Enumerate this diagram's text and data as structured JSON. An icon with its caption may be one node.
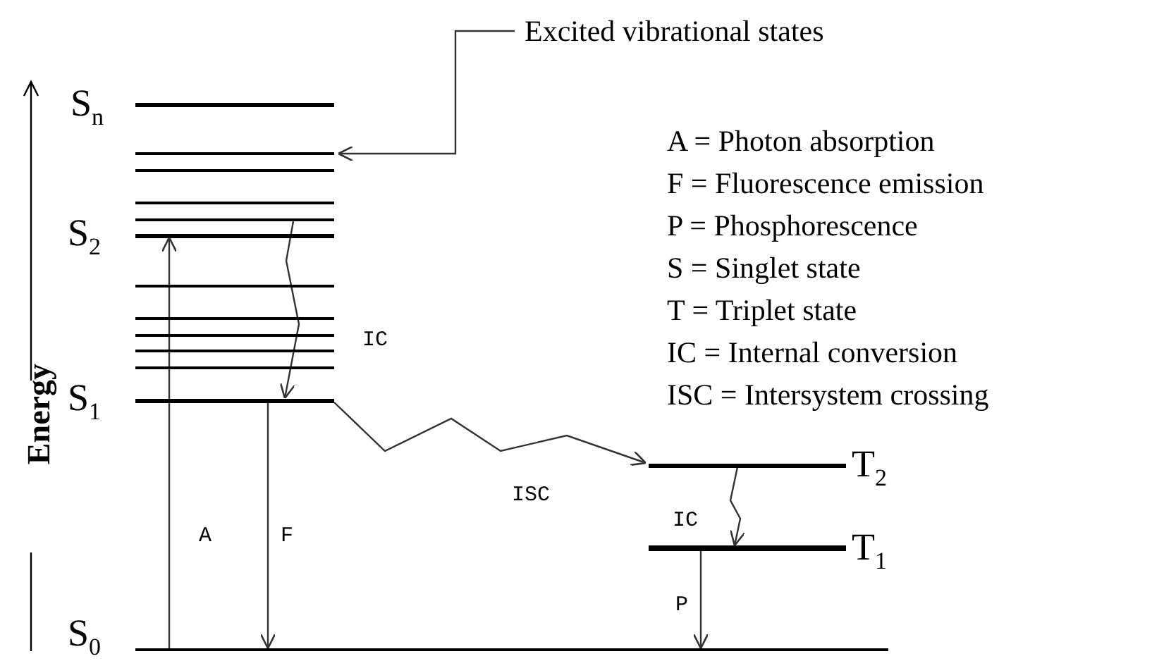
{
  "diagram": {
    "nodes": [
      {
        "text": [
          "Excited vibrational states"
        ]
      },
      {
        "text": [],
        "shape": "bar",
        "beside": [
          "S$_{n}$"
        ]
      },
      {
        "text": [],
        "shape": "bar"
      },
      {
        "text": [],
        "shape": "bar"
      },
      {
        "text": [],
        "shape": "bar"
      },
      {
        "text": [],
        "shape": "bar"
      },
      {
        "text": [],
        "shape": "bar",
        "beside": [
          "S$_{2}$"
        ]
      },
      {
        "text": [],
        "shape": "bar"
      },
      {
        "text": [],
        "shape": "bar"
      },
      {
        "text": [],
        "shape": "bar"
      },
      {
        "text": [],
        "shape": "bar"
      },
      {
        "text": [],
        "shape": "bar"
      },
      {
        "text": [],
        "shape": "bar",
        "beside": [
          "S$_{1}$"
        ]
      },
      {
        "text": [],
        "shape": "bar",
        "beside": [
          "T$_{2}$"
        ]
      },
      {
        "text": [],
        "shape": "bar",
        "beside": [
          "T$_{1}$"
        ]
      },
      {
        "text": [],
        "shape": "bar",
        "beside": [
          "S$_{0}$"
        ]
      }
    ],
    "edges": [
      {
        "from": 0,
        "to": 2,
        "arrow": "to"
      },
      {
        "from": 15,
        "to": 6,
        "arrow": "to",
        "label": "A"
      },
      {
        "from": 5,
        "to": 12,
        "arrow": "to",
        "label": "IC"
      },
      {
        "from": 12,
        "to": 15,
        "arrow": "to",
        "label": "F"
      },
      {
        "from": 12,
        "to": 13,
        "arrow": "to",
        "label": "ISC"
      },
      {
        "from": 13,
        "to": 14,
        "arrow": "to",
        "label": "IC"
      },
      {
        "from": 14,
        "to": 15,
        "arrow": "to",
        "label": "P"
      }
    ],
    "labels": [
      "A = Photon absorption",
      "F = Fluorescence emission",
      "P = Phosphorescence",
      "S = Singlet state",
      "T = Triplet state",
      "IC = Internal conversion",
      "ISC = Intersystem crossing",
      "Energy"
    ]
  }
}
